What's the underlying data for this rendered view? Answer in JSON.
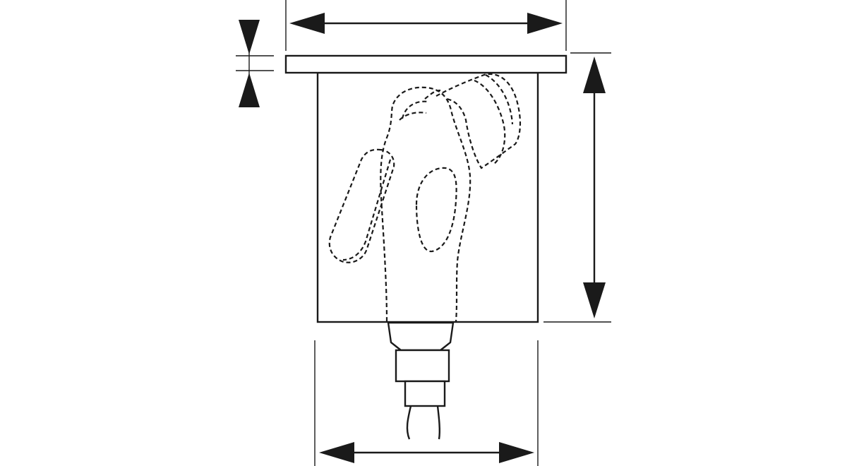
{
  "figure": {
    "colors": {
      "line": "#1a1a1a",
      "background": "#ffffff"
    },
    "parts": [
      "flange",
      "housing-body",
      "hand-shower-outline",
      "hose-connector",
      "hose"
    ],
    "dimensions": [
      "flange-width",
      "flange-thickness",
      "housing-height",
      "housing-width"
    ]
  }
}
